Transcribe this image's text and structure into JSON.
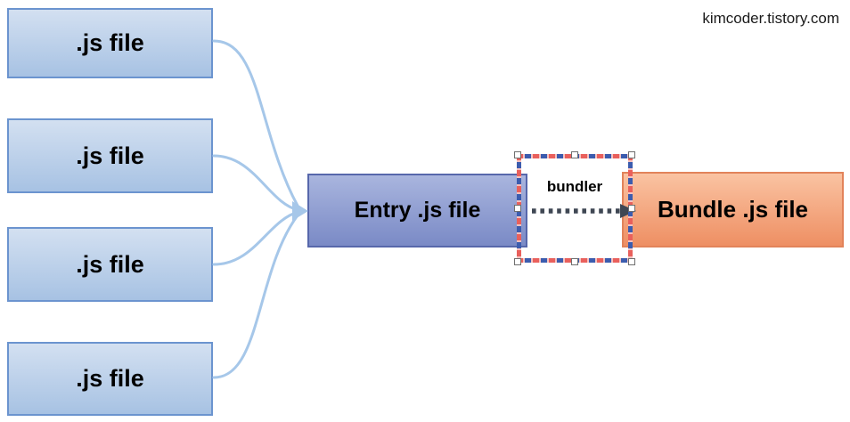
{
  "watermark": "kimcoder.tistory.com",
  "diagram": {
    "source_files": [
      {
        "label": ".js file"
      },
      {
        "label": ".js file"
      },
      {
        "label": ".js file"
      },
      {
        "label": ".js file"
      }
    ],
    "entry_label": "Entry .js file",
    "bundler_label": "bundler",
    "bundle_label": "Bundle .js file"
  },
  "colors": {
    "source_box_fill_top": "#d3e0f1",
    "source_box_fill_bottom": "#a7c2e3",
    "source_box_border": "#6b94cf",
    "entry_box_fill_top": "#a9b5de",
    "entry_box_fill_bottom": "#7a8ac6",
    "entry_box_border": "#5767ab",
    "bundle_box_fill_top": "#fac3a2",
    "bundle_box_fill_bottom": "#ee8f63",
    "bundle_box_border": "#e2835a",
    "connector_blue": "#a6c7e9",
    "dotted_arrow": "#3f4753",
    "selection_red": "#e9605c",
    "selection_blue": "#3b5cae"
  }
}
